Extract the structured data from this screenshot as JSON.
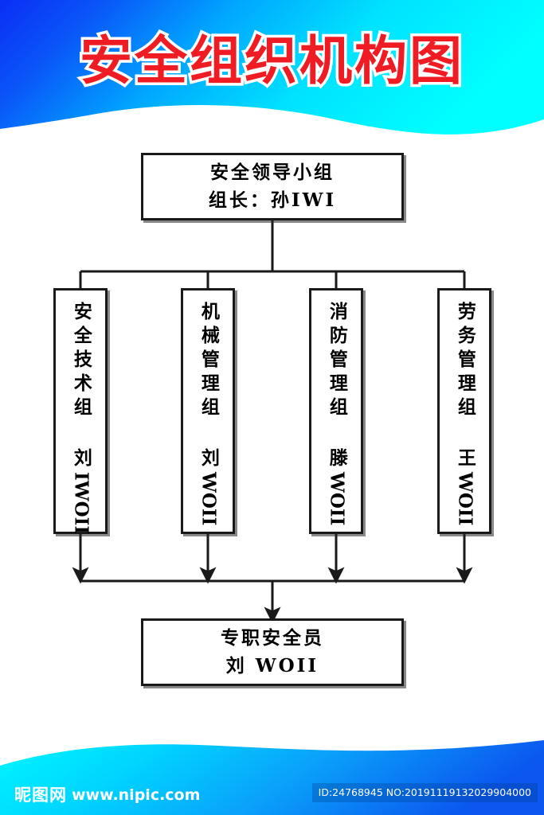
{
  "poster": {
    "title": "安全组织机构图",
    "title_color": "#ef1c24",
    "title_outline_color": "#ffffff",
    "bg_gradient_top_left": "#0a34f0",
    "bg_gradient_top_right": "#00ffff",
    "bg_gradient_bottom_left": "#00f5ff",
    "bg_gradient_bottom_right": "#0a6ff0",
    "page_bg": "#ffffff"
  },
  "chart_data": {
    "type": "diagram",
    "title": "安全组织机构图",
    "nodes": [
      {
        "id": "top",
        "role": "root",
        "lines": [
          "安全领导小组",
          "组长：孙IWI"
        ],
        "orientation": "horizontal"
      },
      {
        "id": "dept1",
        "role": "branch",
        "lines": [
          "安全技术组 刘IWOII"
        ],
        "cjk": "安全技术组 刘",
        "latin": "IWOII",
        "orientation": "vertical"
      },
      {
        "id": "dept2",
        "role": "branch",
        "lines": [
          "机械管理组 刘WOII"
        ],
        "cjk": "机械管理组 刘",
        "latin": "WOII",
        "orientation": "vertical"
      },
      {
        "id": "dept3",
        "role": "branch",
        "lines": [
          "消防管理组 滕WOII"
        ],
        "cjk": "消防管理组 滕",
        "latin": "WOII",
        "orientation": "vertical"
      },
      {
        "id": "dept4",
        "role": "branch",
        "lines": [
          "劳务管理组 王WOII"
        ],
        "cjk": "劳务管理组 王",
        "latin": "WOII",
        "orientation": "vertical"
      },
      {
        "id": "bottom",
        "role": "leaf",
        "lines": [
          "专职安全员",
          "刘 WOII"
        ],
        "orientation": "horizontal"
      }
    ],
    "edges": [
      {
        "from": "top",
        "to": "dept1",
        "arrow": false
      },
      {
        "from": "top",
        "to": "dept2",
        "arrow": false
      },
      {
        "from": "top",
        "to": "dept3",
        "arrow": false
      },
      {
        "from": "top",
        "to": "dept4",
        "arrow": false
      },
      {
        "from": "dept1",
        "to": "bottom",
        "arrow": true
      },
      {
        "from": "dept2",
        "to": "bottom",
        "arrow": true
      },
      {
        "from": "dept3",
        "to": "bottom",
        "arrow": true
      },
      {
        "from": "dept4",
        "to": "bottom",
        "arrow": true
      }
    ],
    "line_color": "#1a1a1a",
    "box_fill": "#ffffff"
  },
  "top_box": {
    "line1": "安全领导小组",
    "line2": "组长：孙IWI"
  },
  "departments": [
    {
      "cjk": "安全技术组 刘",
      "latin": "IWOII"
    },
    {
      "cjk": "机械管理组 刘",
      "latin": "WOII"
    },
    {
      "cjk": "消防管理组 滕",
      "latin": "WOII"
    },
    {
      "cjk": "劳务管理组 王",
      "latin": "WOII"
    }
  ],
  "bottom_box": {
    "line1": "专职安全员",
    "line2": "刘  WOII"
  },
  "footer": {
    "brand_cn": "昵图网",
    "brand_url": "www.nipic.com",
    "id_text": "ID:24768945 NO:20191119132029904000"
  }
}
